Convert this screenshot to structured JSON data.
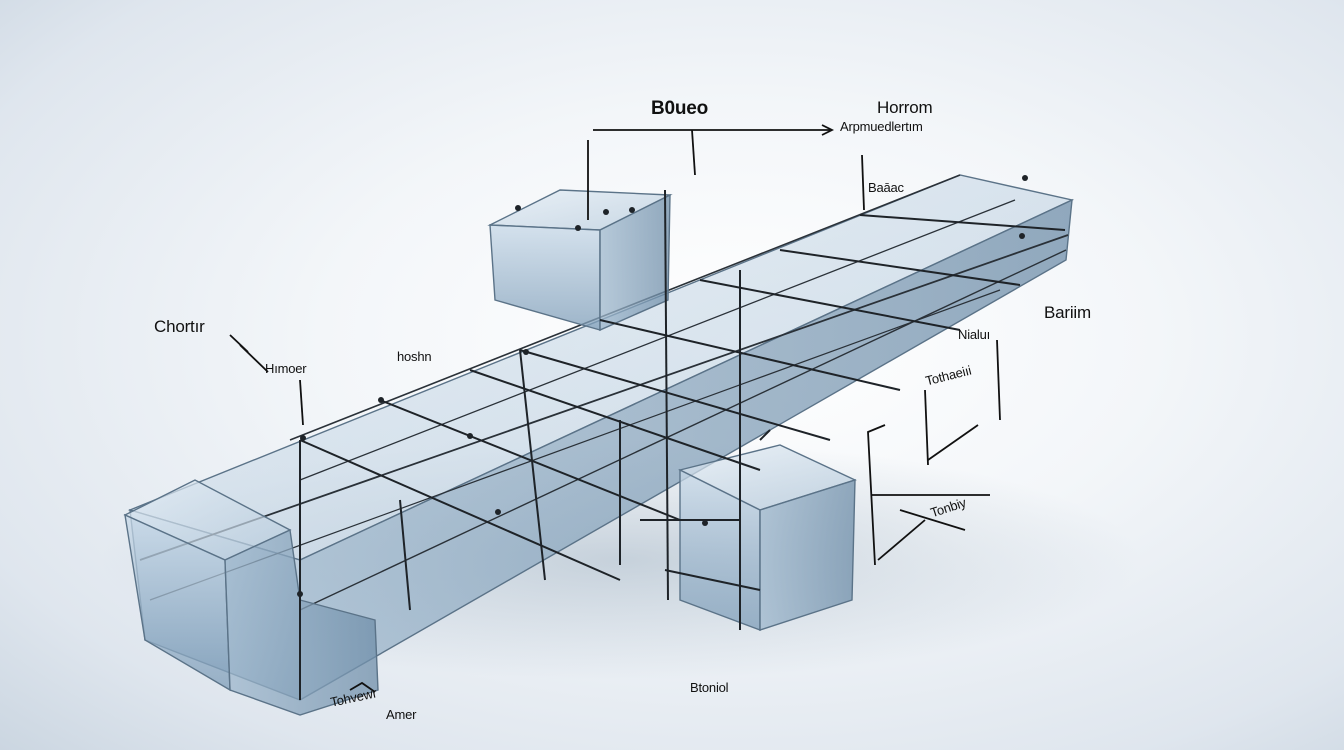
{
  "labels": {
    "top_center": "B0ueo",
    "top_right": "Horrom",
    "top_right_sub": "Arpmuedlertım",
    "upper_mid": "Baāac",
    "left": "Chortır",
    "left_sub": "Hımoer",
    "mid_left": "hoshn",
    "right": "Bariim",
    "right_mid": "Nialuı",
    "right_lower": "Tothaeiıi",
    "right_bottom": "Tonbiy",
    "bottom_center": "Btoniol",
    "bottom_left": "Tohvewr",
    "bottom_left_sub": "Amer"
  },
  "colors": {
    "glass_fill": "#a9c3d9",
    "glass_edge": "#5b7388",
    "wire": "#1e2328",
    "background": "#f3f6f9"
  }
}
